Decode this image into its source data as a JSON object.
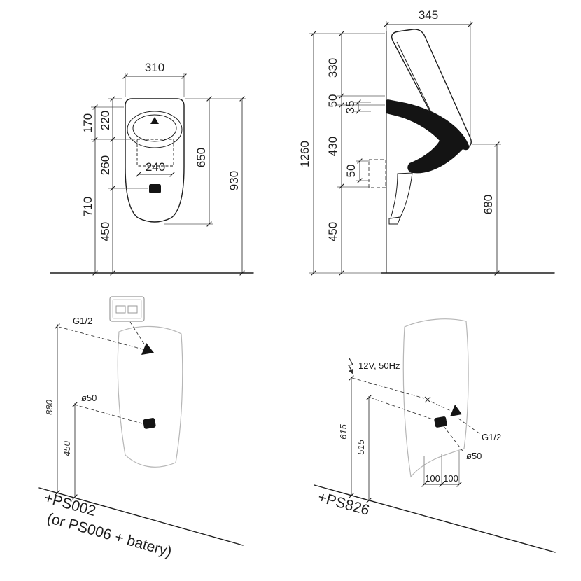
{
  "colors": {
    "background": "#ffffff",
    "line": "#1d1d1d",
    "dimension": "#3a3a3a",
    "light_outline": "#b6b6b6"
  },
  "icons": {
    "sensor_marker": "filled-triangle",
    "inlet_marker": "filled-triangle",
    "drain_marker": "filled-rounded-square",
    "connection_marker": "x-cross",
    "power_marker": "lightning-arrow"
  },
  "front_view": {
    "d310": "310",
    "d170": "170",
    "d220": "220",
    "d260": "260",
    "d240": "240",
    "d710": "710",
    "d450": "450",
    "d650": "650",
    "d930": "930"
  },
  "side_view": {
    "d345": "345",
    "d330": "330",
    "d50_top": "50",
    "d35": "35",
    "d1260": "1260",
    "d430": "430",
    "d50_mid": "50",
    "d450": "450",
    "d680": "680"
  },
  "install_left": {
    "inlet": "G1/2",
    "drain": "ø50",
    "d880": "880",
    "d450": "450",
    "code": "+PS002",
    "code_alt": "(or PS006 + batery)"
  },
  "install_right": {
    "power": "12V, 50Hz",
    "inlet": "G1/2",
    "drain": "ø50",
    "d615": "615",
    "d515": "515",
    "d100_left": "100",
    "d100_right": "100",
    "code": "+PS826"
  }
}
